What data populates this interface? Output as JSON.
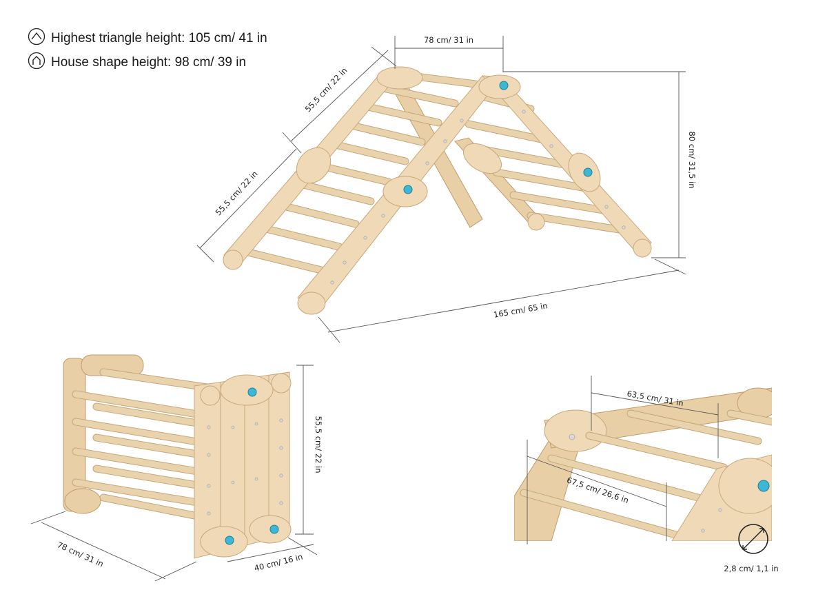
{
  "legend": {
    "items": [
      {
        "icon": "triangle-height-icon",
        "text": "Highest triangle height: 105 cm/ 41 in"
      },
      {
        "icon": "house-shape-height-icon",
        "text": "House shape height: 98 cm/ 39 in"
      }
    ]
  },
  "dimensions": {
    "top_width": "78 cm/ 31 in",
    "upper_slope": "55,5 cm/ 22 in",
    "lower_slope": "55,5 cm/ 22 in",
    "height": "80 cm/ 31,5 in",
    "base_length": "165 cm/ 65 in",
    "cube_height": "55,5 cm/ 22 in",
    "cube_length": "78 cm/ 31 in",
    "cube_depth": "40 cm/ 16 in",
    "rung_span_back": "63,5 cm/ 31 in",
    "rung_span_front": "67,5 cm/ 26,6 in",
    "rung_diameter": "2,8 cm/ 1,1 in"
  },
  "colors": {
    "wood": "#efd9b6",
    "wood_edge": "#caa77a",
    "bolt": "#3db7d6",
    "line": "#555555"
  }
}
